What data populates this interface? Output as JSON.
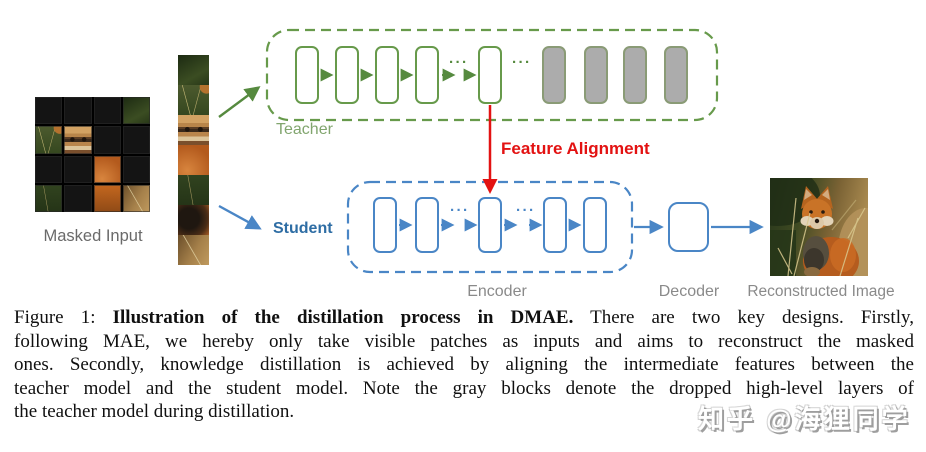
{
  "figure": {
    "masked_input_label": "Masked Input",
    "teacher_label": "Teacher",
    "student_label": "Student",
    "encoder_label": "Encoder",
    "decoder_label": "Decoder",
    "reconstructed_label": "Reconstructed Image",
    "feature_alignment_label": "Feature Alignment",
    "dots": "···",
    "teacher_visible_block_count": 5,
    "teacher_dropped_block_count": 4,
    "student_block_count": 5,
    "colors": {
      "teacher_green": "#679a4b",
      "student_blue": "#4a86c6",
      "alignment_red": "#e31212",
      "dropped_gray": "#acacac",
      "label_gray": "#8a8a8a"
    }
  },
  "caption": {
    "line1_prefix": "Figure 1: ",
    "line1_bold": "Illustration of the distillation process in DMAE.",
    "line1_rest": " There are two key designs. Firstly,",
    "line2": "following MAE, we hereby only take visible patches as inputs and aims to reconstruct the masked",
    "line3": "ones. Secondly, knowledge distillation is achieved by aligning the intermediate features between the",
    "line4": "teacher model and the student model. Note the gray blocks denote the dropped high-level layers of",
    "line5": "the teacher model during distillation."
  },
  "watermark": "知乎 @海狸同学"
}
